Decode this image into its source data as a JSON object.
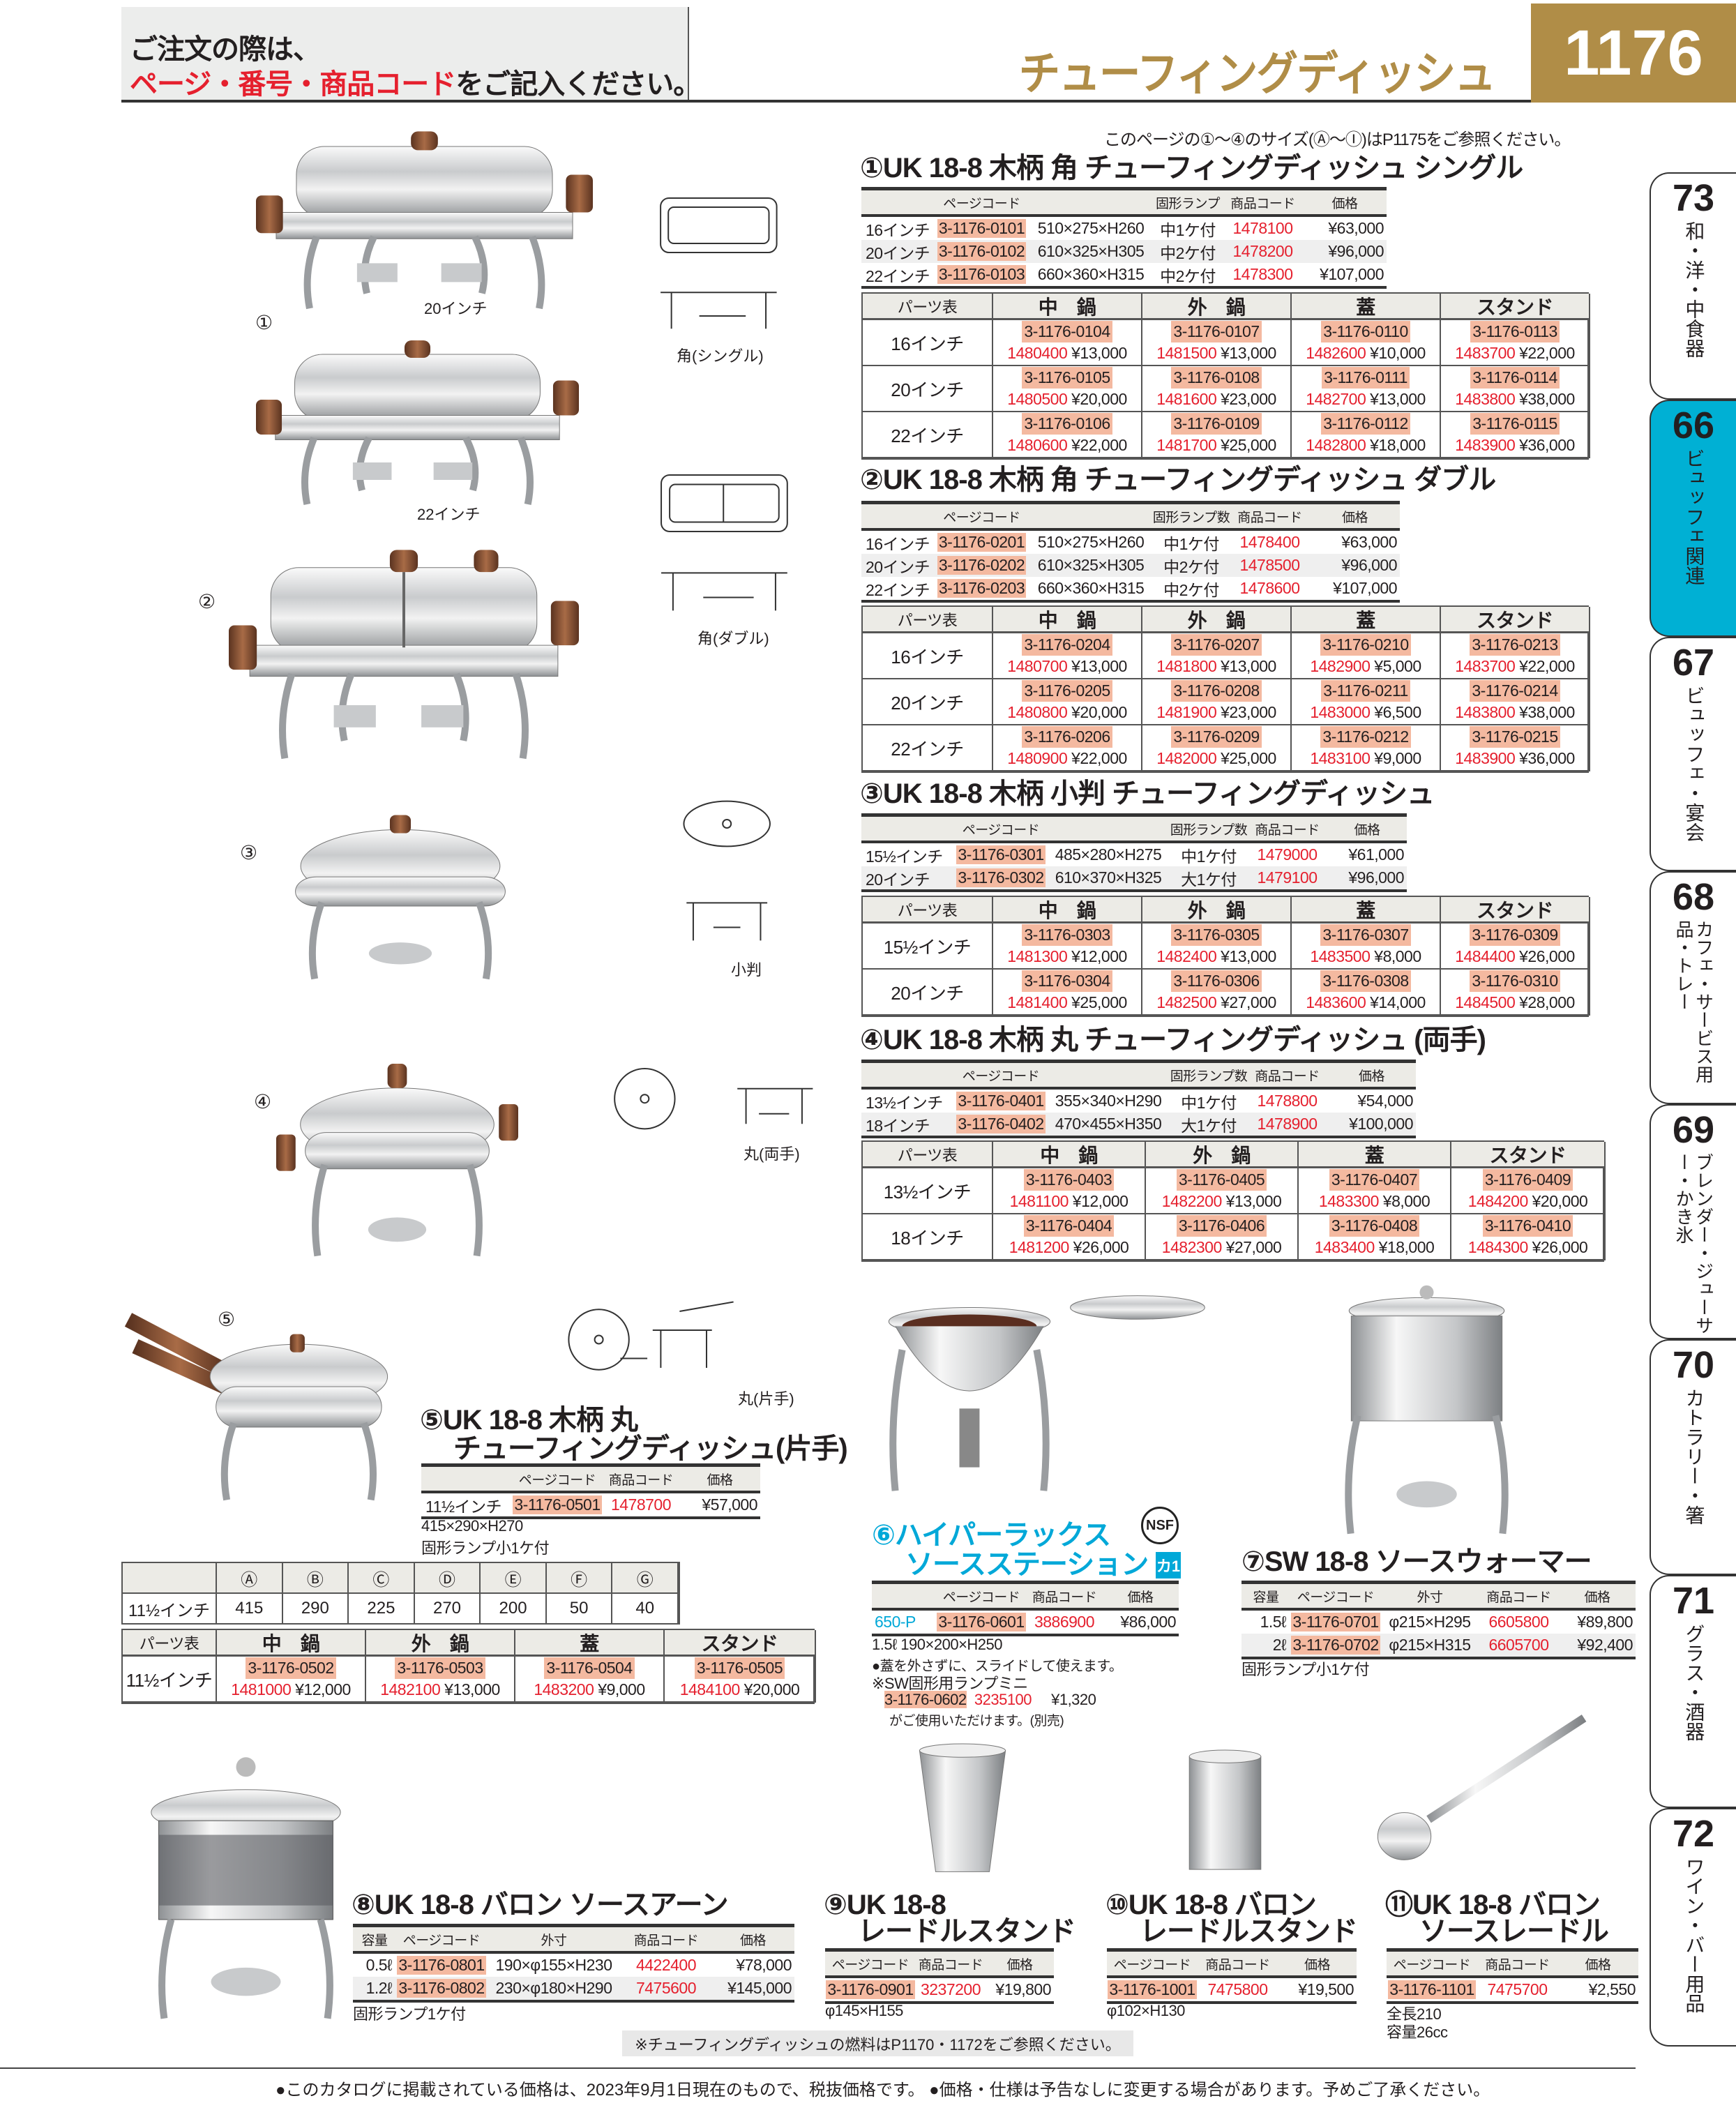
{
  "header": {
    "notice_line1": "ご注文の際は、",
    "notice_red": "ページ・番号・商品コード",
    "notice_rest": "をご記入ください。",
    "category_title": "チューフィングディッシュ",
    "page_number": "1176"
  },
  "size_note": "このページの①～④のサイズ(Ⓐ～Ⓘ)はP1175をご参照ください。",
  "photo_labels": {
    "p1": "①",
    "p1_size": "20インチ",
    "p1b_size": "22インチ",
    "p2": "②",
    "p3": "③",
    "p4": "④",
    "p5": "⑤"
  },
  "diagram_labels": {
    "single": "角(シングル)",
    "double": "角(ダブル)",
    "oval": "小判",
    "round2": "丸(両手)",
    "round1": "丸(片手)"
  },
  "s1": {
    "title": "①UK 18-8 木柄 角 チューフィングディッシュ シングル",
    "spec": {
      "headers": [
        "",
        "ページコード",
        "",
        "固形ランプ",
        "商品コード",
        "価格"
      ],
      "rows": [
        [
          "16インチ",
          "3-1176-0101",
          "510×275×H260",
          "中1ケ付",
          "1478100",
          "¥63,000"
        ],
        [
          "20インチ",
          "3-1176-0102",
          "610×325×H305",
          "中2ケ付",
          "1478200",
          "¥96,000"
        ],
        [
          "22インチ",
          "3-1176-0103",
          "660×360×H315",
          "中2ケ付",
          "1478300",
          "¥107,000"
        ]
      ]
    },
    "parts": {
      "headers": [
        "パーツ表",
        "中　鍋",
        "外　鍋",
        "蓋",
        "スタンド"
      ],
      "rows": [
        {
          "size": "16インチ",
          "cells": [
            [
              "3-1176-0104",
              "1480400",
              "¥13,000"
            ],
            [
              "3-1176-0107",
              "1481500",
              "¥13,000"
            ],
            [
              "3-1176-0110",
              "1482600",
              "¥10,000"
            ],
            [
              "3-1176-0113",
              "1483700",
              "¥22,000"
            ]
          ]
        },
        {
          "size": "20インチ",
          "cells": [
            [
              "3-1176-0105",
              "1480500",
              "¥20,000"
            ],
            [
              "3-1176-0108",
              "1481600",
              "¥23,000"
            ],
            [
              "3-1176-0111",
              "1482700",
              "¥13,000"
            ],
            [
              "3-1176-0114",
              "1483800",
              "¥38,000"
            ]
          ]
        },
        {
          "size": "22インチ",
          "cells": [
            [
              "3-1176-0106",
              "1480600",
              "¥22,000"
            ],
            [
              "3-1176-0109",
              "1481700",
              "¥25,000"
            ],
            [
              "3-1176-0112",
              "1482800",
              "¥18,000"
            ],
            [
              "3-1176-0115",
              "1483900",
              "¥36,000"
            ]
          ]
        }
      ]
    }
  },
  "s2": {
    "title": "②UK 18-8 木柄 角 チューフィングディッシュ ダブル",
    "spec": {
      "headers": [
        "",
        "ページコード",
        "",
        "固形ランプ数",
        "商品コード",
        "価格"
      ],
      "rows": [
        [
          "16インチ",
          "3-1176-0201",
          "510×275×H260",
          "中1ケ付",
          "1478400",
          "¥63,000"
        ],
        [
          "20インチ",
          "3-1176-0202",
          "610×325×H305",
          "中2ケ付",
          "1478500",
          "¥96,000"
        ],
        [
          "22インチ",
          "3-1176-0203",
          "660×360×H315",
          "中2ケ付",
          "1478600",
          "¥107,000"
        ]
      ]
    },
    "parts": {
      "headers": [
        "パーツ表",
        "中　鍋",
        "外　鍋",
        "蓋",
        "スタンド"
      ],
      "rows": [
        {
          "size": "16インチ",
          "cells": [
            [
              "3-1176-0204",
              "1480700",
              "¥13,000"
            ],
            [
              "3-1176-0207",
              "1481800",
              "¥13,000"
            ],
            [
              "3-1176-0210",
              "1482900",
              "¥5,000"
            ],
            [
              "3-1176-0213",
              "1483700",
              "¥22,000"
            ]
          ]
        },
        {
          "size": "20インチ",
          "cells": [
            [
              "3-1176-0205",
              "1480800",
              "¥20,000"
            ],
            [
              "3-1176-0208",
              "1481900",
              "¥23,000"
            ],
            [
              "3-1176-0211",
              "1483000",
              "¥6,500"
            ],
            [
              "3-1176-0214",
              "1483800",
              "¥38,000"
            ]
          ]
        },
        {
          "size": "22インチ",
          "cells": [
            [
              "3-1176-0206",
              "1480900",
              "¥22,000"
            ],
            [
              "3-1176-0209",
              "1482000",
              "¥25,000"
            ],
            [
              "3-1176-0212",
              "1483100",
              "¥9,000"
            ],
            [
              "3-1176-0215",
              "1483900",
              "¥36,000"
            ]
          ]
        }
      ]
    }
  },
  "s3": {
    "title": "③UK 18-8 木柄 小判 チューフィングディッシュ",
    "spec": {
      "headers": [
        "",
        "ページコード",
        "",
        "固形ランプ数",
        "商品コード",
        "価格"
      ],
      "rows": [
        [
          "15½インチ",
          "3-1176-0301",
          "485×280×H275",
          "中1ケ付",
          "1479000",
          "¥61,000"
        ],
        [
          "20インチ",
          "3-1176-0302",
          "610×370×H325",
          "大1ケ付",
          "1479100",
          "¥96,000"
        ]
      ]
    },
    "parts": {
      "headers": [
        "パーツ表",
        "中　鍋",
        "外　鍋",
        "蓋",
        "スタンド"
      ],
      "rows": [
        {
          "size": "15½インチ",
          "cells": [
            [
              "3-1176-0303",
              "1481300",
              "¥12,000"
            ],
            [
              "3-1176-0305",
              "1482400",
              "¥13,000"
            ],
            [
              "3-1176-0307",
              "1483500",
              "¥8,000"
            ],
            [
              "3-1176-0309",
              "1484400",
              "¥26,000"
            ]
          ]
        },
        {
          "size": "20インチ",
          "cells": [
            [
              "3-1176-0304",
              "1481400",
              "¥25,000"
            ],
            [
              "3-1176-0306",
              "1482500",
              "¥27,000"
            ],
            [
              "3-1176-0308",
              "1483600",
              "¥14,000"
            ],
            [
              "3-1176-0310",
              "1484500",
              "¥28,000"
            ]
          ]
        }
      ]
    }
  },
  "s4": {
    "title": "④UK 18-8 木柄 丸 チューフィングディッシュ (両手)",
    "spec": {
      "headers": [
        "",
        "ページコード",
        "",
        "固形ランプ数",
        "商品コード",
        "価格"
      ],
      "rows": [
        [
          "13½インチ",
          "3-1176-0401",
          "355×340×H290",
          "中1ケ付",
          "1478800",
          "¥54,000"
        ],
        [
          "18インチ",
          "3-1176-0402",
          "470×455×H350",
          "大1ケ付",
          "1478900",
          "¥100,000"
        ]
      ]
    },
    "parts": {
      "headers": [
        "パーツ表",
        "中　鍋",
        "外　鍋",
        "蓋",
        "スタンド"
      ],
      "rows": [
        {
          "size": "13½インチ",
          "cells": [
            [
              "3-1176-0403",
              "1481100",
              "¥12,000"
            ],
            [
              "3-1176-0405",
              "1482200",
              "¥13,000"
            ],
            [
              "3-1176-0407",
              "1483300",
              "¥8,000"
            ],
            [
              "3-1176-0409",
              "1484200",
              "¥20,000"
            ]
          ]
        },
        {
          "size": "18インチ",
          "cells": [
            [
              "3-1176-0404",
              "1481200",
              "¥26,000"
            ],
            [
              "3-1176-0406",
              "1482300",
              "¥27,000"
            ],
            [
              "3-1176-0408",
              "1483400",
              "¥18,000"
            ],
            [
              "3-1176-0410",
              "1484300",
              "¥26,000"
            ]
          ]
        }
      ]
    }
  },
  "s5": {
    "title_line1": "⑤UK 18-8 木柄 丸",
    "title_line2": "チューフィングディッシュ(片手)",
    "spec": {
      "headers": [
        "",
        "ページコード",
        "商品コード",
        "価格"
      ],
      "rows": [
        [
          "11½インチ",
          "3-1176-0501",
          "1478700",
          "¥57,000"
        ]
      ]
    },
    "note1": "415×290×H270",
    "note2": "固形ランプ小1ケ付",
    "dims": {
      "headers": [
        "",
        "Ⓐ",
        "Ⓑ",
        "Ⓒ",
        "Ⓓ",
        "Ⓔ",
        "Ⓕ",
        "Ⓖ"
      ],
      "rows": [
        [
          "11½インチ",
          "415",
          "290",
          "225",
          "270",
          "200",
          "50",
          "40"
        ]
      ]
    },
    "parts": {
      "headers": [
        "パーツ表",
        "中　鍋",
        "外　鍋",
        "蓋",
        "スタンド"
      ],
      "rows": [
        {
          "size": "11½インチ",
          "cells": [
            [
              "3-1176-0502",
              "1481000",
              "¥12,000"
            ],
            [
              "3-1176-0503",
              "1482100",
              "¥13,000"
            ],
            [
              "3-1176-0504",
              "1483200",
              "¥9,000"
            ],
            [
              "3-1176-0505",
              "1484100",
              "¥20,000"
            ]
          ]
        }
      ]
    }
  },
  "s6": {
    "title_line1": "⑥ハイパーラックス",
    "title_line2": "ソースステーション",
    "badge_nsf": "NSF",
    "badge_ka": "カ1",
    "spec": {
      "headers": [
        "",
        "ページコード",
        "商品コード",
        "価格"
      ],
      "rows": [
        [
          "650-P",
          "3-1176-0601",
          "3886900",
          "¥86,000"
        ]
      ]
    },
    "note1": "1.5ℓ 190×200×H250",
    "note2": "●蓋を外さずに、スライドして使えます。",
    "note3": "※SW固形用ランプミニ",
    "lamp_code": "3-1176-0602",
    "lamp_item": "3235100",
    "lamp_price": "¥1,320",
    "note4": "がご使用いただけます。(別売)"
  },
  "s7": {
    "title": "⑦SW 18-8 ソースウォーマー",
    "spec": {
      "headers": [
        "容量",
        "ページコード",
        "外寸",
        "商品コード",
        "価格"
      ],
      "rows": [
        [
          "1.5ℓ",
          "3-1176-0701",
          "φ215×H295",
          "6605800",
          "¥89,800"
        ],
        [
          "2ℓ",
          "3-1176-0702",
          "φ215×H315",
          "6605700",
          "¥92,400"
        ]
      ]
    },
    "note": "固形ランプ小1ケ付"
  },
  "s8": {
    "title": "⑧UK 18-8 バロン ソースアーン",
    "spec": {
      "headers": [
        "容量",
        "ページコード",
        "外寸",
        "商品コード",
        "価格"
      ],
      "rows": [
        [
          "0.5ℓ",
          "3-1176-0801",
          "190×φ155×H230",
          "4422400",
          "¥78,000"
        ],
        [
          "1.2ℓ",
          "3-1176-0802",
          "230×φ180×H290",
          "7475600",
          "¥145,000"
        ]
      ]
    },
    "note": "固形ランプ1ケ付"
  },
  "s9": {
    "title_line1": "⑨UK 18-8",
    "title_line2": "レードルスタンド",
    "spec": {
      "headers": [
        "ページコード",
        "商品コード",
        "価格"
      ],
      "rows": [
        [
          "3-1176-0901",
          "3237200",
          "¥19,800"
        ]
      ]
    },
    "note": "φ145×H155"
  },
  "s10": {
    "title_line1": "⑩UK 18-8 バロン",
    "title_line2": "レードルスタンド",
    "spec": {
      "headers": [
        "ページコード",
        "商品コード",
        "価格"
      ],
      "rows": [
        [
          "3-1176-1001",
          "7475800",
          "¥19,500"
        ]
      ]
    },
    "note": "φ102×H130"
  },
  "s11": {
    "title_line1": "⑪UK 18-8 バロン",
    "title_line2": "ソースレードル",
    "spec": {
      "headers": [
        "ページコード",
        "商品コード",
        "価格"
      ],
      "rows": [
        [
          "3-1176-1101",
          "7475700",
          "¥2,550"
        ]
      ]
    },
    "note1": "全長210",
    "note2": "容量26cc"
  },
  "fuel_note": "※チューフィングディッシュの燃料はP1170・1172をご参照ください。",
  "footer": "●このカタログに掲載されている価格は、2023年9月1日現在のもので、税抜価格です。 ●価格・仕様は予告なしに変更する場合があります。予めご了承ください。",
  "tabs": [
    {
      "num": "73",
      "label": "和・洋・中食器",
      "active": false
    },
    {
      "num": "66",
      "label": "ビュッフェ関連",
      "active": true
    },
    {
      "num": "67",
      "label": "ビュッフェ・宴会",
      "active": false
    },
    {
      "num": "68",
      "label": "カフェ・サービス用品・トレー",
      "active": false
    },
    {
      "num": "69",
      "label": "ブレンダー・ジューサー・かき氷",
      "active": false
    },
    {
      "num": "70",
      "label": "カトラリー・箸",
      "active": false
    },
    {
      "num": "71",
      "label": "グラス・酒器",
      "active": false
    },
    {
      "num": "72",
      "label": "ワイン・バー用品",
      "active": false
    }
  ],
  "colors": {
    "accent_gold": "#b08d47",
    "code_bg": "#f4b9a0",
    "item_red": "#e5202e",
    "tab_active": "#00b0d4",
    "blue_title": "#00a8d8"
  }
}
